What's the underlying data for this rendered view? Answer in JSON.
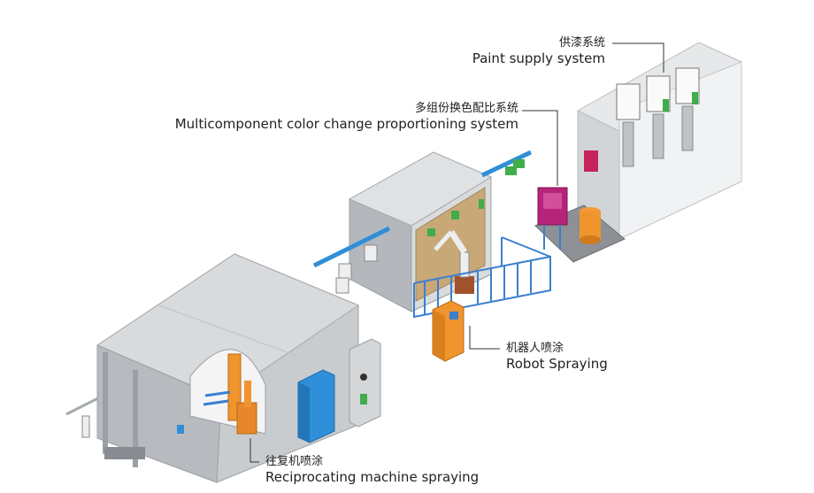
{
  "callouts": {
    "paint_supply": {
      "zh": "供漆系统",
      "en": "Paint supply system"
    },
    "multicomponent": {
      "zh": "多组份换色配比系统",
      "en": "Multicomponent color change proportioning system"
    },
    "robot_spraying": {
      "zh": "机器人喷涂",
      "en": "Robot Spraying"
    },
    "reciprocating": {
      "zh": "往复机喷涂",
      "en": "Reciprocating machine spraying"
    }
  },
  "colors": {
    "booth_gray": "#c9cccf",
    "booth_dark": "#9aa0a5",
    "accent_orange": "#f0952e",
    "accent_blue": "#2f8fd8",
    "accent_green": "#3fae4a",
    "magenta": "#b5237a",
    "fence_blue": "#3b7fd0",
    "leader_line": "#333333"
  },
  "icons": [
    "robot-arm-icon",
    "reciprocator-icon",
    "paint-pump-icon",
    "control-cabinet-icon"
  ]
}
